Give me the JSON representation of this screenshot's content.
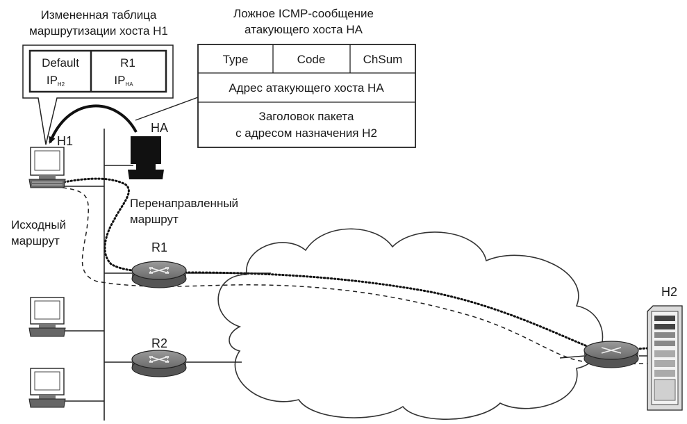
{
  "routing_table": {
    "title_line1": "Измененная таблица",
    "title_line2": "маршрутизации хоста H1",
    "col1_top": "Default",
    "col1_bottom_main": "IP",
    "col1_bottom_sub": "H2",
    "col2_top": "R1",
    "col2_bottom_main": "IP",
    "col2_bottom_sub": "HA"
  },
  "icmp_message": {
    "title_line1": "Ложное ICMP-сообщение",
    "title_line2": "атакующего хоста HA",
    "field_type": "Type",
    "field_code": "Code",
    "field_checksum": "ChSum",
    "attacker_address": "Адрес атакующего хоста HA",
    "header_line1": "Заголовок пакета",
    "header_line2": "с адресом назначения H2"
  },
  "nodes": {
    "h1": "H1",
    "ha": "HA",
    "r1": "R1",
    "r2": "R2",
    "h2": "H2"
  },
  "routes": {
    "original_line1": "Исходный",
    "original_line2": "маршрут",
    "redirected_line1": "Перенаправленный",
    "redirected_line2": "маршрут"
  }
}
